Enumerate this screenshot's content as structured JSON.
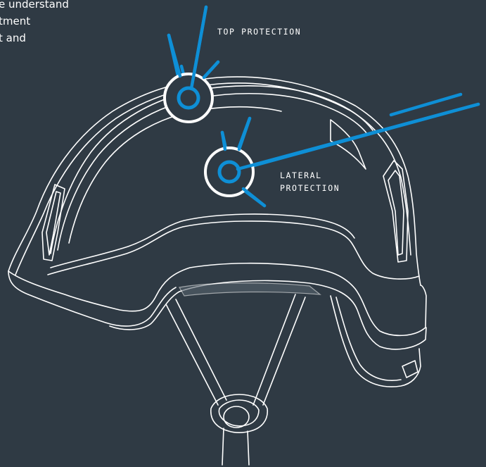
{
  "intro": {
    "lines": [
      "e understand",
      "tment",
      "t and"
    ]
  },
  "callouts": {
    "top": {
      "label": "TOP PROTECTION"
    },
    "lateral": {
      "lines": [
        "LATERAL",
        "PROTECTION"
      ]
    }
  },
  "colors": {
    "background": "#2f3a44",
    "accent": "#0e8fd6",
    "outline": "#ffffff"
  }
}
